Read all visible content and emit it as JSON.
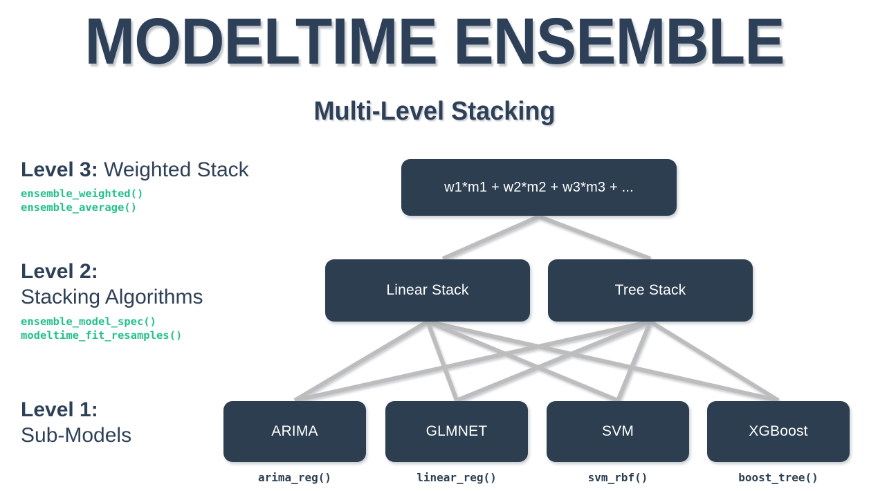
{
  "header": {
    "title": "MODELTIME ENSEMBLE",
    "subtitle": "Multi-Level Stacking"
  },
  "colors": {
    "navy": "#2c3e50",
    "title_navy": "#2e4057",
    "teal_code": "#23c08b",
    "edge_gray": "#bdbdbd",
    "background": "#ffffff",
    "node_text": "#ffffff"
  },
  "levels": [
    {
      "id": "level-3",
      "label": "Level 3:",
      "name": "Weighted Stack",
      "inline": true,
      "functions": [
        "ensemble_weighted()",
        "ensemble_average()"
      ]
    },
    {
      "id": "level-2",
      "label": "Level 2:",
      "name": "Stacking Algorithms",
      "inline": false,
      "functions": [
        "ensemble_model_spec()",
        "modeltime_fit_resamples()"
      ]
    },
    {
      "id": "level-1",
      "label": "Level 1:",
      "name": "Sub-Models",
      "inline": false,
      "functions": []
    }
  ],
  "nodes": {
    "level3": [
      {
        "id": "weighted",
        "label": "w1*m1 + w2*m2 + w3*m3 + ..."
      }
    ],
    "level2": [
      {
        "id": "linear",
        "label": "Linear Stack"
      },
      {
        "id": "tree",
        "label": "Tree Stack"
      }
    ],
    "level1": [
      {
        "id": "arima",
        "label": "ARIMA",
        "caption": "arima_reg()"
      },
      {
        "id": "glmnet",
        "label": "GLMNET",
        "caption": "linear_reg()"
      },
      {
        "id": "svm",
        "label": "SVM",
        "caption": "svm_rbf()"
      },
      {
        "id": "xgboost",
        "label": "XGBoost",
        "caption": "boost_tree()"
      }
    ]
  },
  "edges": {
    "level3_to_level2": [
      {
        "from": "weighted",
        "to": "linear"
      },
      {
        "from": "weighted",
        "to": "tree"
      }
    ],
    "level2_to_level1": [
      {
        "from": "linear",
        "to": "arima"
      },
      {
        "from": "linear",
        "to": "glmnet"
      },
      {
        "from": "linear",
        "to": "svm"
      },
      {
        "from": "linear",
        "to": "xgboost"
      },
      {
        "from": "tree",
        "to": "arima"
      },
      {
        "from": "tree",
        "to": "glmnet"
      },
      {
        "from": "tree",
        "to": "svm"
      },
      {
        "from": "tree",
        "to": "xgboost"
      }
    ]
  }
}
